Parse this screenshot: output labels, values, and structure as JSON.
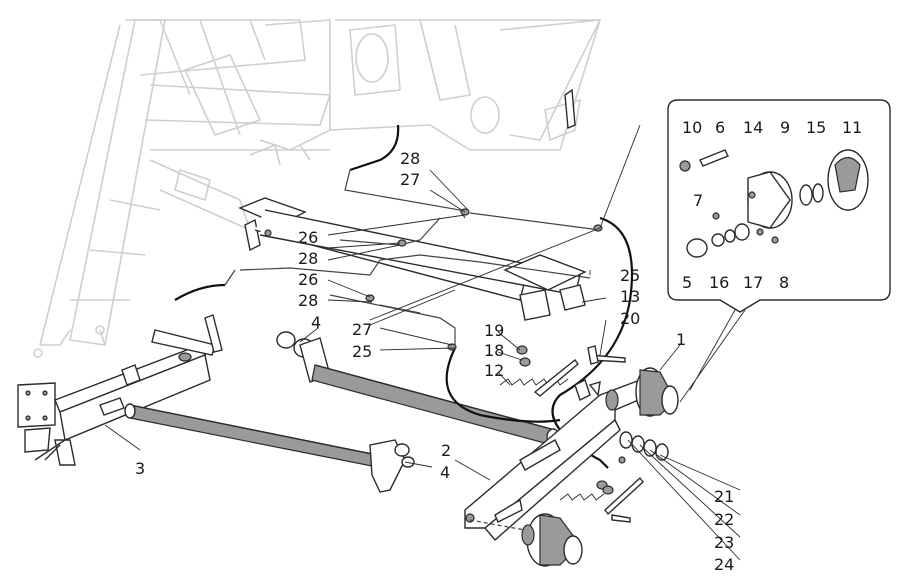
{
  "diagram": {
    "callout_labels": [
      "1",
      "2",
      "3",
      "4",
      "4",
      "5",
      "6",
      "7",
      "8",
      "9",
      "10",
      "11",
      "12",
      "13",
      "14",
      "15",
      "16",
      "17",
      "18",
      "19",
      "20",
      "21",
      "22",
      "23",
      "24",
      "25",
      "25",
      "26",
      "26",
      "27",
      "27",
      "28",
      "28",
      "28"
    ]
  },
  "colors": {
    "line": "#2b2b2b",
    "ghost": "#cfcfcf",
    "shading": "#9a9a9a",
    "background": "#ffffff"
  }
}
